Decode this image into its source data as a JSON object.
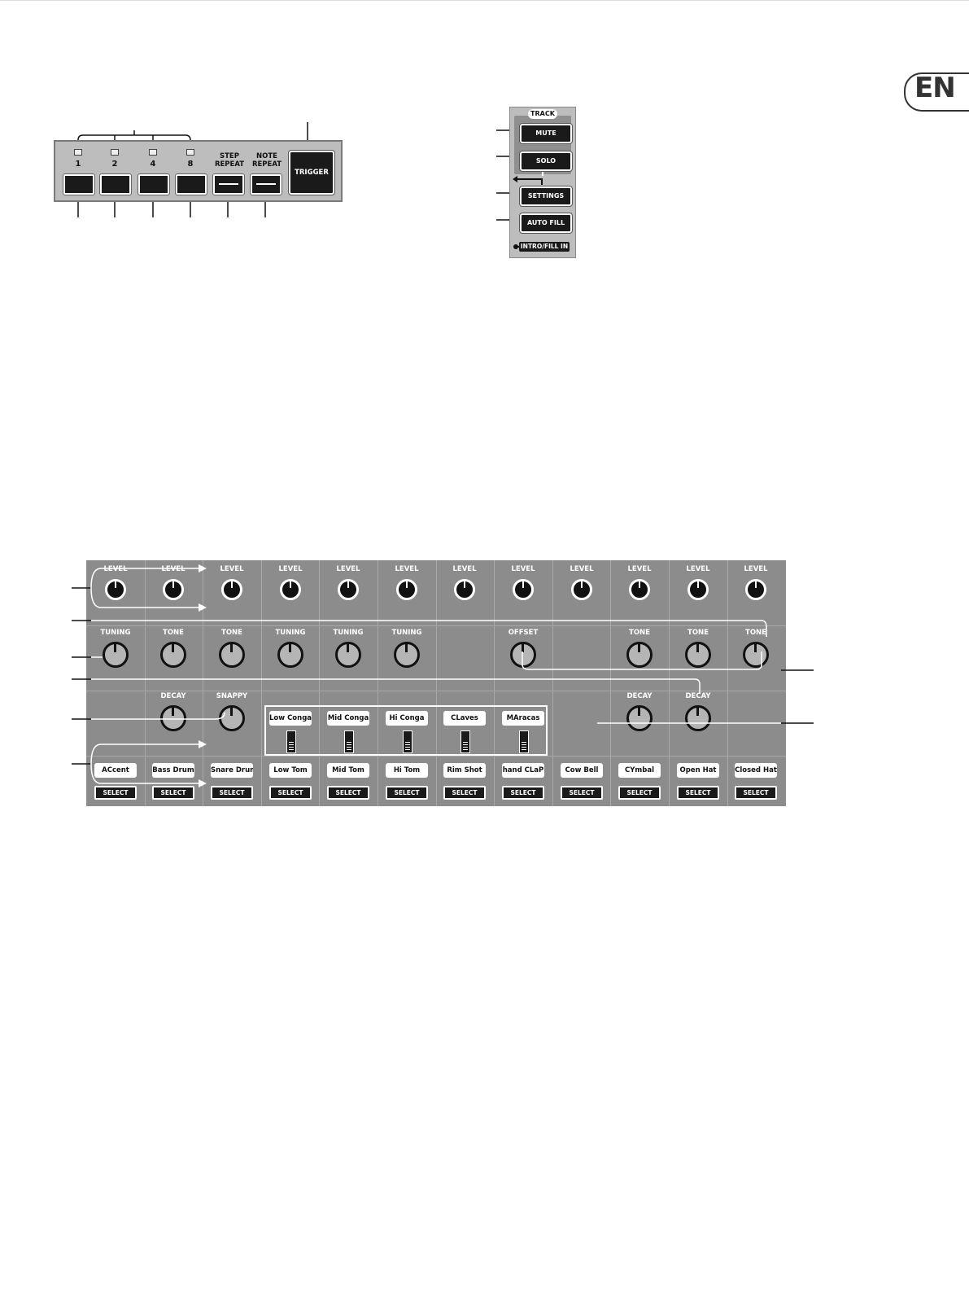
{
  "page": {
    "lang_badge": "EN"
  },
  "step_panel": {
    "steps": [
      "1",
      "2",
      "4",
      "8"
    ],
    "step_repeat": "STEP\nREPEAT",
    "note_repeat": "NOTE\nREPEAT",
    "trigger": "TRIGGER"
  },
  "track_panel": {
    "title": "TRACK",
    "mute": "MUTE",
    "solo": "SOLO",
    "settings": "SETTINGS",
    "auto_fill": "AUTO FILL",
    "intro_fill": "INTRO/FILL IN"
  },
  "instrument_panel": {
    "row1_labels": [
      "LEVEL",
      "LEVEL",
      "LEVEL",
      "LEVEL",
      "LEVEL",
      "LEVEL",
      "LEVEL",
      "LEVEL",
      "LEVEL",
      "LEVEL",
      "LEVEL",
      "LEVEL"
    ],
    "row2_labels": [
      "TUNING",
      "TONE",
      "TONE",
      "TUNING",
      "TUNING",
      "TUNING",
      "",
      "OFFSET",
      "",
      "TONE",
      "TONE",
      "TONE"
    ],
    "row3_labels": [
      "",
      "DECAY",
      "SNAPPY",
      "",
      "",
      "",
      "",
      "",
      "",
      "DECAY",
      "DECAY",
      ""
    ],
    "conga_names": [
      "Low Conga",
      "Mid Conga",
      "Hi Conga",
      "CLaves",
      "MAracas"
    ],
    "instrument_names": [
      "ACcent",
      "Bass Drum",
      "Snare Drum",
      "Low Tom",
      "Mid Tom",
      "Hi Tom",
      "Rim Shot",
      "hand CLaP",
      "Cow Bell",
      "CYmbal",
      "Open Hat",
      "Closed Hat"
    ],
    "select_label": "SELECT"
  }
}
